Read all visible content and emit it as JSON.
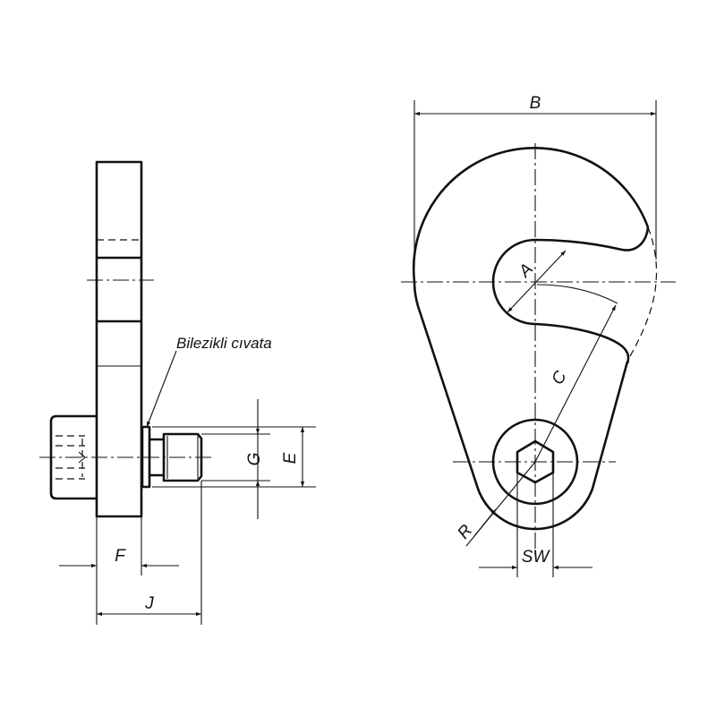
{
  "drawing": {
    "callout": "Bilezikli cıvata",
    "dimensions": {
      "A": "A",
      "B": "B",
      "C": "C",
      "E": "E",
      "F": "F",
      "G": "G",
      "J": "J",
      "R": "R",
      "SW": "SW"
    }
  }
}
